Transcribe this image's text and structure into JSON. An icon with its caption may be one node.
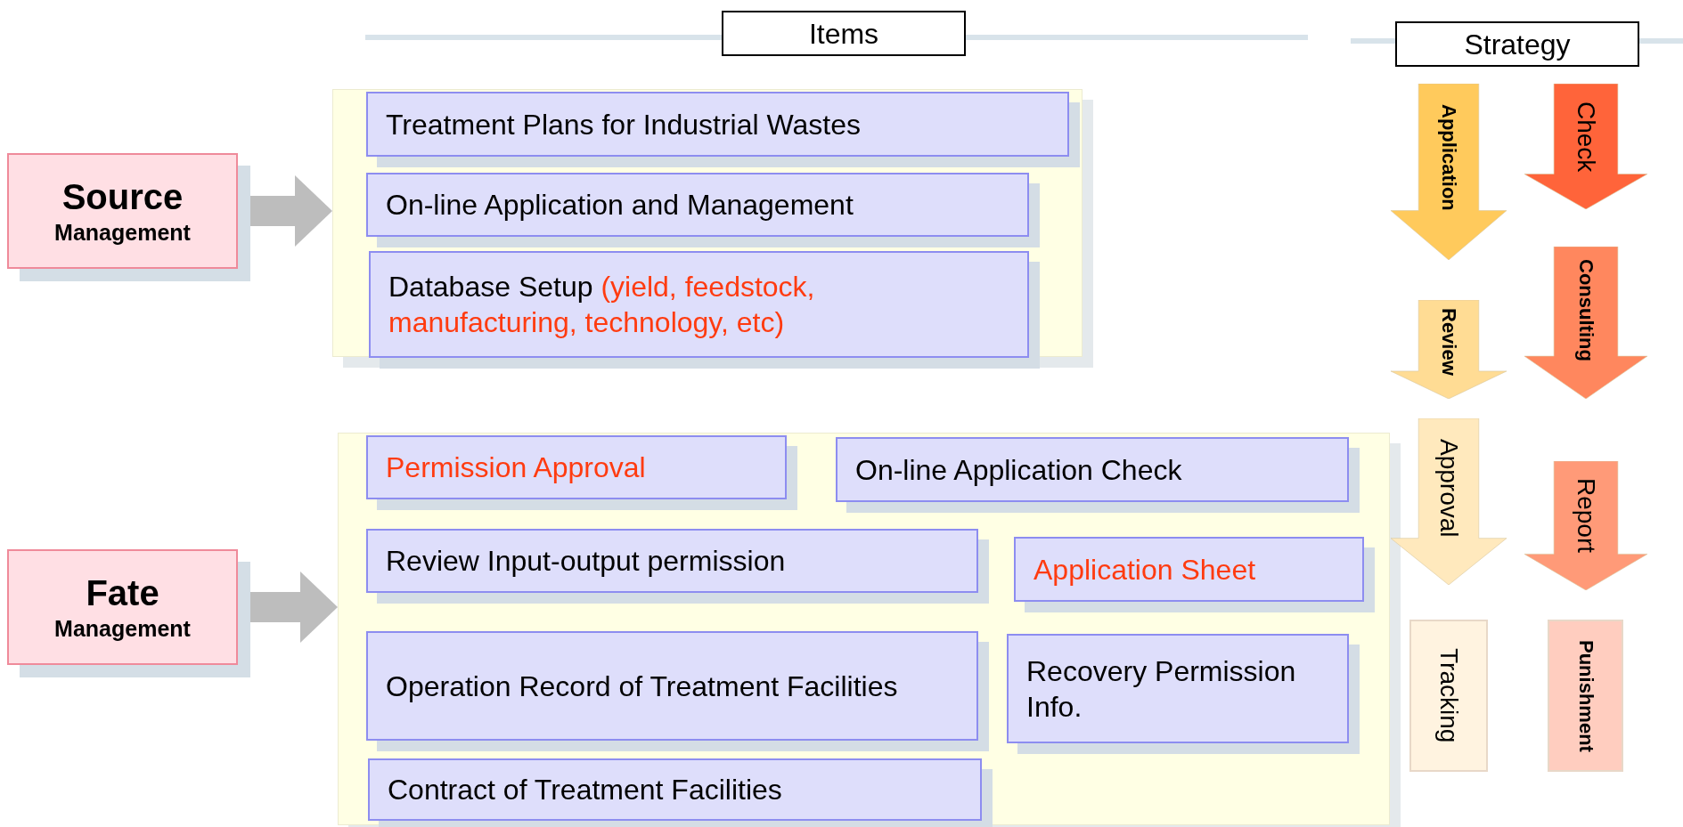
{
  "diagram": {
    "nodes": [
      {
        "text": [
          "Items"
        ]
      },
      {
        "text": [
          "Strategy"
        ]
      },
      {
        "text": [
          "Source",
          "Management"
        ]
      },
      {
        "text": [],
        "shape": "box"
      },
      {
        "text": [
          "Treatment Plans for Industrial Wastes"
        ],
        "in": 3
      },
      {
        "text": [
          "On-line Application and Management"
        ],
        "in": 3
      },
      {
        "text": [
          "Database Setup",
          "(yield, feedstock, manufacturing, technology, etc)"
        ],
        "in": 3
      },
      {
        "text": [
          "Fate",
          "Management"
        ]
      },
      {
        "text": [],
        "shape": "box"
      },
      {
        "text": [
          "Permission Approval"
        ],
        "in": 8
      },
      {
        "text": [
          "On-line Application Check"
        ],
        "in": 8
      },
      {
        "text": [
          "Review Input-output permission"
        ],
        "in": 8
      },
      {
        "text": [
          "Application Sheet"
        ],
        "in": 8
      },
      {
        "text": [
          "Operation Record of Treatment Facilities"
        ],
        "in": 8
      },
      {
        "text": [
          "Recovery Permission Info."
        ],
        "in": 8
      },
      {
        "text": [
          "Contract of Treatment Facilities"
        ],
        "in": 8
      },
      {
        "text": [
          "Application"
        ]
      },
      {
        "text": [
          "Check"
        ]
      },
      {
        "text": [
          "Review"
        ]
      },
      {
        "text": [
          "Consulting"
        ]
      },
      {
        "text": [
          "Approval"
        ]
      },
      {
        "text": [
          "Report"
        ]
      },
      {
        "text": [
          "Tracking"
        ]
      },
      {
        "text": [
          "Punishment"
        ]
      }
    ],
    "edges": [
      {
        "from": 2,
        "to": 3,
        "arrow": "to"
      },
      {
        "from": 7,
        "to": 8,
        "arrow": "to"
      }
    ]
  }
}
